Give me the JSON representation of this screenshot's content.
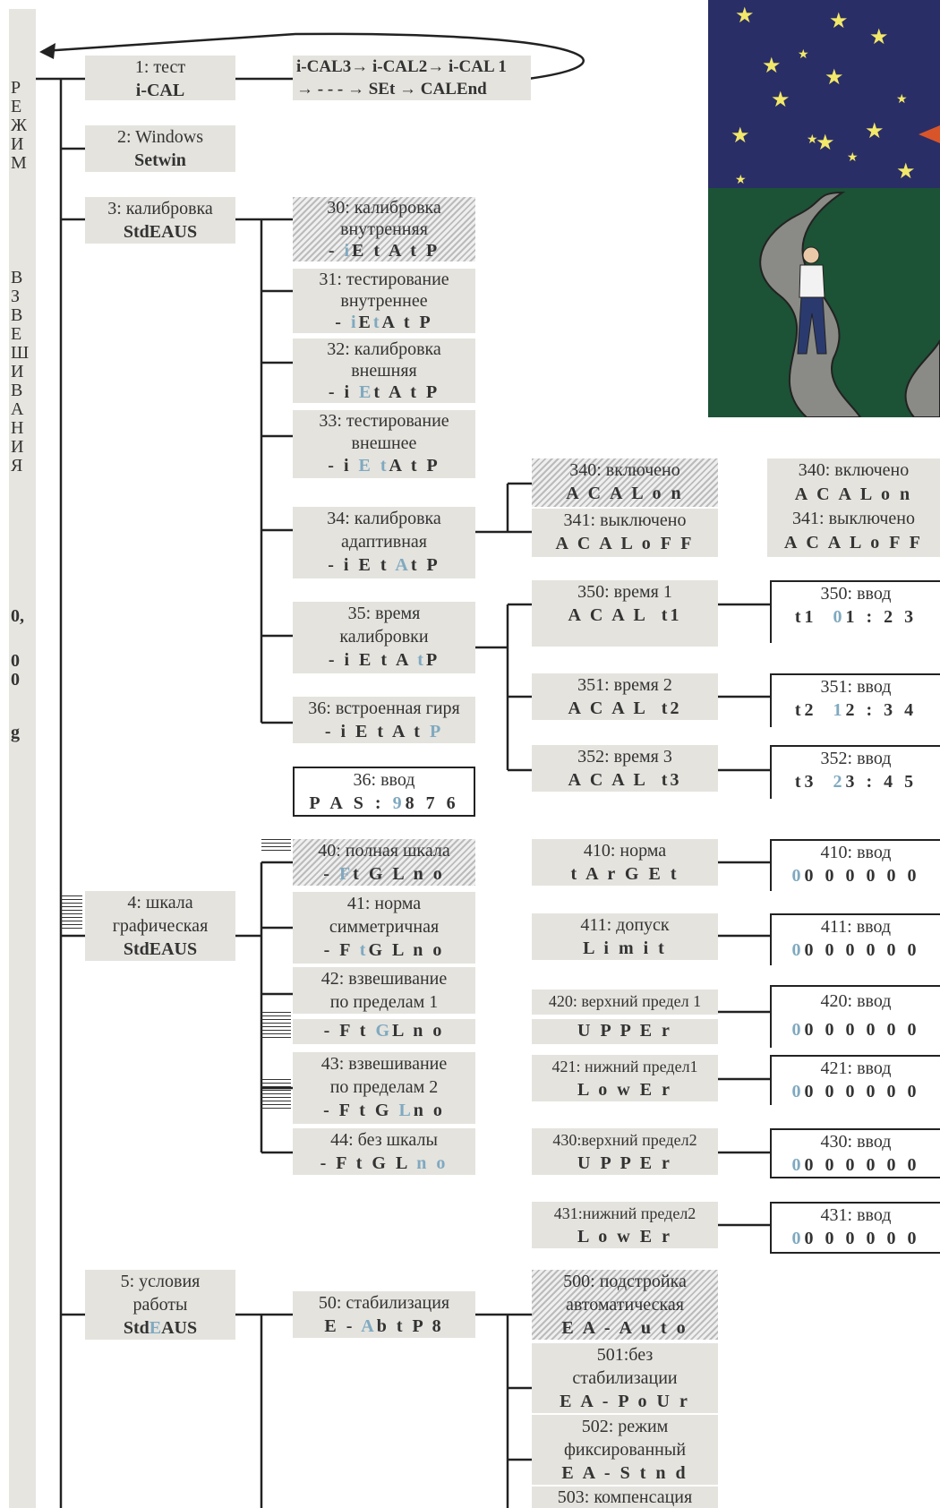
{
  "sidebar": {
    "word1": "Р\nЕ\nЖ\nИ\nМ",
    "word2": "В\nЗ\nВ\nЕ\nШ\nИ\nВ\nА\nН\nИ\nЯ",
    "reading1": "0,",
    "reading2": "0\n0",
    "unit": "g"
  },
  "loop": {
    "line1": "i-CAL3→ i-CAL2→ i-CAL 1",
    "line2": "→ - - - → SEt → CALEnd"
  },
  "nodes": {
    "n1": {
      "label": "1: тест",
      "code": "i-CAL"
    },
    "n2": {
      "label": "2: Windows",
      "code": "Setwin"
    },
    "n3": {
      "label": "3: калибровка",
      "code": "StdEAUS"
    },
    "n30": {
      "l1": "30: калибровка",
      "l2": "внутренняя",
      "code": [
        "- ",
        "i",
        "E t A t P"
      ]
    },
    "n31": {
      "l1": "31: тестирование",
      "l2": "внутреннее",
      "code": [
        "- ",
        "i",
        "E",
        "t",
        "A t P"
      ]
    },
    "n32": {
      "l1": "32: калибровка",
      "l2": "внешняя",
      "code": [
        "- i ",
        "E",
        "t A t P"
      ]
    },
    "n33": {
      "l1": "33: тестирование",
      "l2": "внешнее",
      "code": [
        "- i ",
        "E t",
        "A t P"
      ]
    },
    "n34": {
      "l1": "34: калибровка",
      "l2": "адаптивная",
      "code": [
        "- i E t ",
        "A",
        "t P"
      ]
    },
    "n340": {
      "label": "340: включено",
      "code": "A C A L o n"
    },
    "n341": {
      "label": "341: выключено",
      "code": "A C A L o F F"
    },
    "n340r": {
      "label": "340: включено",
      "code": "A C A L o n"
    },
    "n341r": {
      "label": "341: выключено",
      "code": "A C A L o F F"
    },
    "n35": {
      "l1": "35: время",
      "l2": "калибровки",
      "code": [
        "- i E t A ",
        "t",
        "P"
      ]
    },
    "n350": {
      "label": "350: время 1",
      "code": "A C A L  t1"
    },
    "n351": {
      "label": "351: время 2",
      "code": "A C A L  t2"
    },
    "n352": {
      "label": "352: время 3",
      "code": "A C A L  t3"
    },
    "in350": {
      "label": "350: ввод",
      "code": [
        "t1  ",
        "0",
        "1 : 2 3"
      ]
    },
    "in351": {
      "label": "351: ввод",
      "code": [
        "t2  ",
        "1",
        "2 : 3 4"
      ]
    },
    "in352": {
      "label": "352: ввод",
      "code": [
        "t3  ",
        "2",
        "3 : 4 5"
      ]
    },
    "n36": {
      "label": "36: встроенная гиря",
      "code": [
        "- i E t A t ",
        "P"
      ]
    },
    "in36": {
      "label": "36: ввод",
      "code": [
        "P A S : ",
        "9",
        "8 7 6"
      ]
    },
    "n4": {
      "l1": "4: шкала",
      "l2": "графическая",
      "code": "StdEAUS"
    },
    "n40": {
      "label": "40: полная шкала",
      "code": [
        "- ",
        "F",
        "t G L n o"
      ]
    },
    "n41": {
      "l1": "41: норма",
      "l2": "симметричная",
      "code": [
        "- F ",
        "t",
        "G L n o"
      ]
    },
    "n42": {
      "l1": "42: взвешивание",
      "l2": "по пределам 1",
      "code": [
        "- F t ",
        "G",
        "L n o"
      ]
    },
    "n43": {
      "l1": "43: взвешивание",
      "l2": "по пределам 2",
      "code": [
        "- F t G ",
        "L",
        "n o"
      ]
    },
    "n44": {
      "label": "44: без шкалы",
      "code": [
        "- F t G L ",
        "n o"
      ]
    },
    "n410": {
      "label": "410: норма",
      "code": "t A r G E t"
    },
    "n411": {
      "label": "411: допуск",
      "code": "L i m i t"
    },
    "n420": {
      "label": "420: верхний предел 1",
      "code": "U P P E r"
    },
    "n421": {
      "label": "421: нижний предел1",
      "code": "L o w E r"
    },
    "n430": {
      "label": "430:верхний предел2",
      "code": "U P P E r"
    },
    "n431": {
      "label": "431:нижний предел2",
      "code": "L o w E r"
    },
    "in410": {
      "label": "410: ввод",
      "code": [
        "0",
        "0 0 0 0 0 0"
      ]
    },
    "in411": {
      "label": "411: ввод",
      "code": [
        "0",
        "0 0 0 0 0 0"
      ]
    },
    "in420": {
      "label": "420: ввод",
      "code": [
        "0",
        "0 0 0 0 0 0"
      ]
    },
    "in421": {
      "label": "421: ввод",
      "code": [
        "0",
        "0 0 0 0 0 0"
      ]
    },
    "in430": {
      "label": "430: ввод",
      "code": [
        "0",
        "0 0 0 0 0 0"
      ]
    },
    "in431": {
      "label": "431: ввод",
      "code": [
        "0",
        "0 0 0 0 0 0"
      ]
    },
    "n5": {
      "l1": "5: условия",
      "l2": "работы",
      "code": [
        "Std",
        "E",
        "AUS"
      ]
    },
    "n50": {
      "label": "50: стабилизация",
      "code": [
        "E - ",
        "A",
        "b t P 8"
      ]
    },
    "n500": {
      "l1": "500: подстройка",
      "l2": "автоматическая",
      "code": "E A - A u t o"
    },
    "n501": {
      "l1": "501:без",
      "l2": "стабилизации",
      "code": "E A - P o U r"
    },
    "n502": {
      "l1": "502: режим",
      "l2": "фиксированный",
      "code": "E A - S t n d"
    },
    "n503": {
      "l1": "503: компенсация"
    }
  },
  "colors": {
    "box": "#e4e3de",
    "highlight": "#7fa9c0",
    "sky": "#2a2e66",
    "grass": "#1c5236",
    "star": "#f2e86a"
  },
  "illustration": "man-on-path-under-stars"
}
